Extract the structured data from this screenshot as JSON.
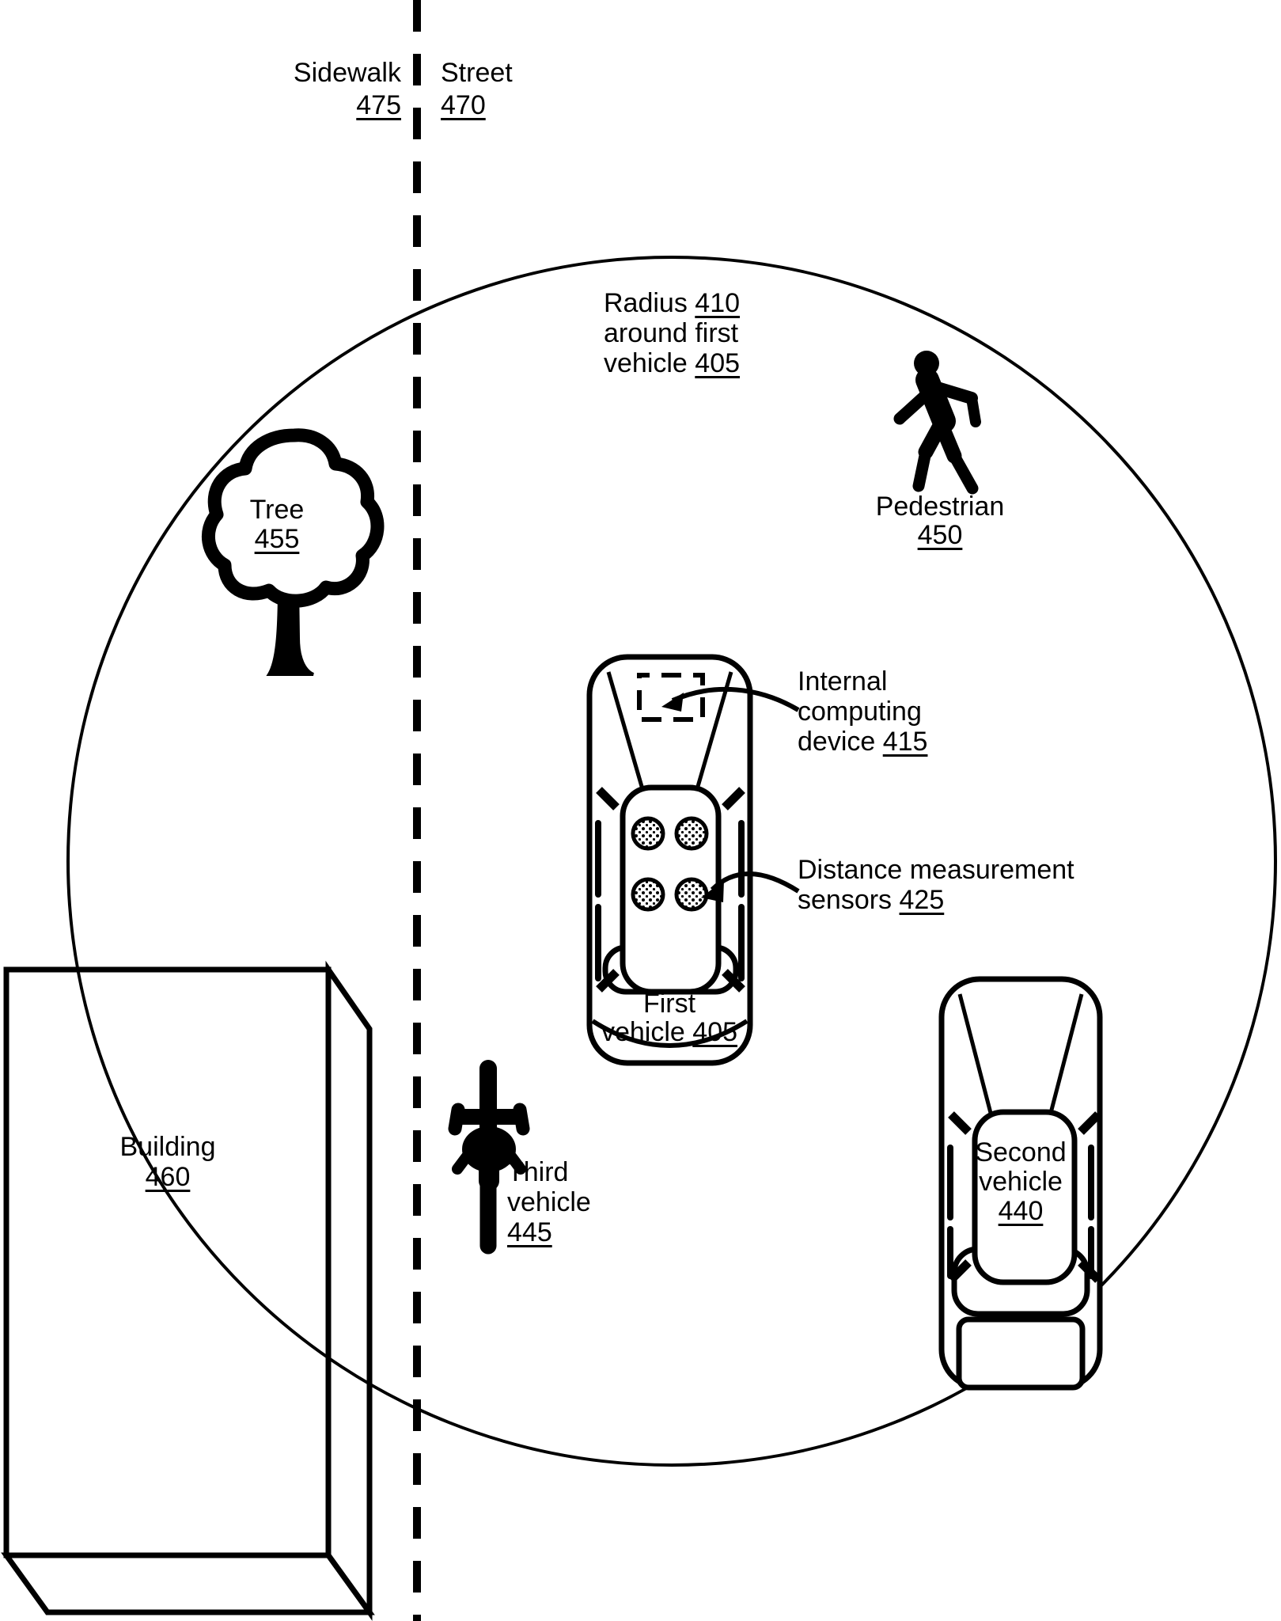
{
  "figure_type": "patent-street-scene-diagram",
  "colors": {
    "ink": "#000000",
    "background": "#ffffff"
  },
  "icons": {
    "boundary": "dashed-divider-line",
    "radius_circle": "detection-radius-circle",
    "first_vehicle": "car-top-view-with-sensors",
    "second_vehicle": "car-top-view",
    "third_vehicle": "bicycle-rider-top-view",
    "pedestrian": "walking-person-silhouette",
    "tree": "tree-canopy-silhouette",
    "building": "building-3d-box",
    "device_box": "dashed-rectangle",
    "sensor": "dotted-circle",
    "pointer": "curved-arrow"
  },
  "labels": {
    "sidewalk": {
      "text": "Sidewalk",
      "ref": "475"
    },
    "street": {
      "text": "Street",
      "ref": "470"
    },
    "radius": {
      "l1a": "Radius",
      "l1b": "410",
      "l2": "around first",
      "l3a": "vehicle",
      "l3b": "405"
    },
    "pedestrian": {
      "text": "Pedestrian",
      "ref": "450"
    },
    "tree": {
      "text": "Tree",
      "ref": "455"
    },
    "internal_device": {
      "l1": "Internal",
      "l2": "computing",
      "l3a": "device",
      "l3b": "415"
    },
    "sensors": {
      "l1": "Distance measurement",
      "l2a": "sensors",
      "l2b": "425"
    },
    "first_vehicle": {
      "l1": "First",
      "l2a": "vehicle",
      "l2b": "405"
    },
    "second_vehicle": {
      "l1": "Second",
      "l2": "vehicle",
      "ref": "440"
    },
    "third_vehicle": {
      "l1": "Third",
      "l2": "vehicle",
      "ref": "445"
    },
    "building": {
      "text": "Building",
      "ref": "460"
    }
  }
}
